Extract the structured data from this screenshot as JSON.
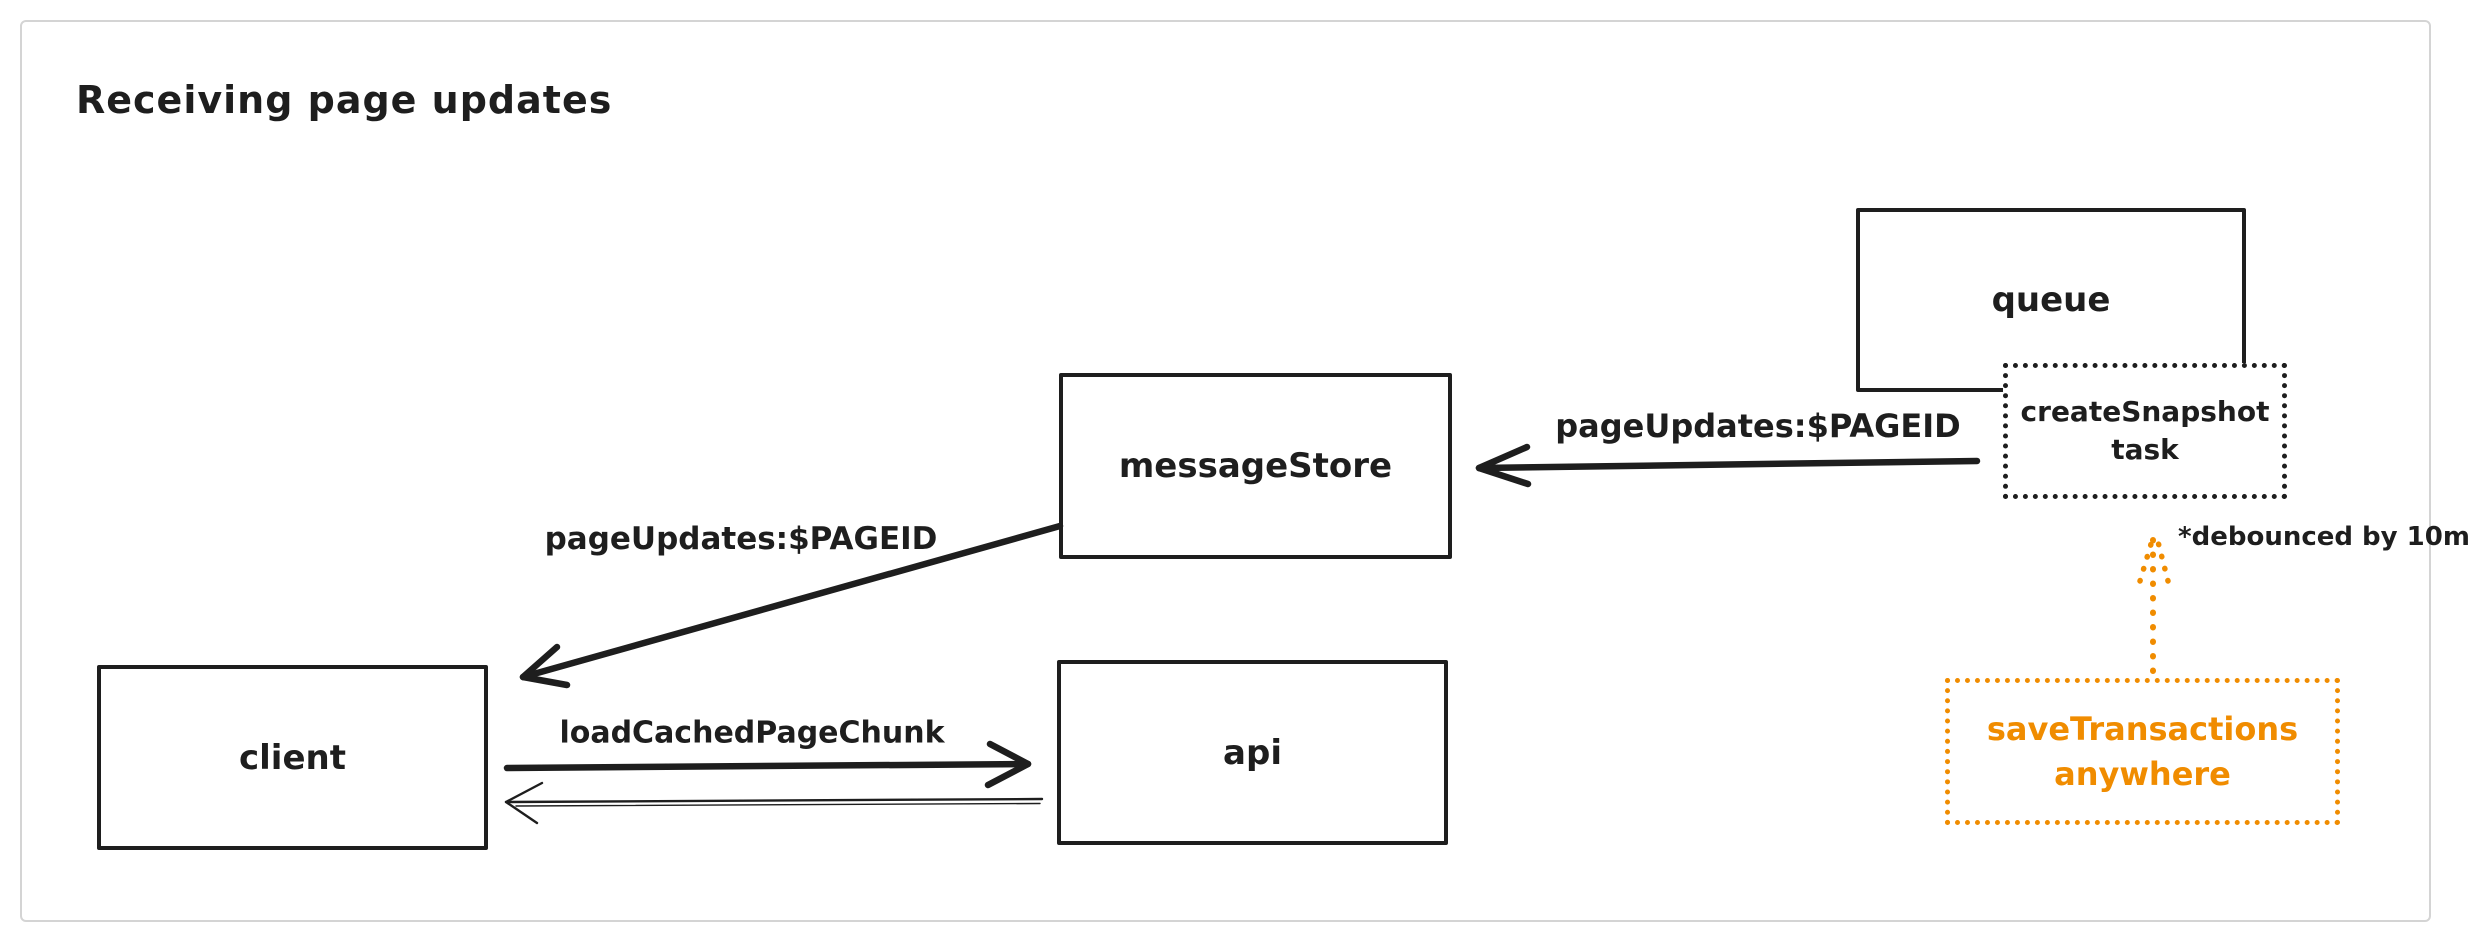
{
  "title": "Receiving page updates",
  "colors": {
    "ink": "#1e1e1e",
    "accent": "#f08c00",
    "frame_border": "#d4d4d4",
    "background": "#ffffff"
  },
  "nodes": {
    "queue": {
      "label": "queue",
      "border": "solid"
    },
    "create_snapshot_task": {
      "label": "createSnapshot task",
      "border": "dotted"
    },
    "message_store": {
      "label": "messageStore",
      "border": "solid"
    },
    "client": {
      "label": "client",
      "border": "solid"
    },
    "api": {
      "label": "api",
      "border": "solid"
    },
    "save_transactions": {
      "label": "saveTransactions anywhere",
      "border": "dotted",
      "color": "#f08c00"
    }
  },
  "edges": [
    {
      "id": "task-to-message-store",
      "from": "create_snapshot_task",
      "to": "message_store",
      "label": "pageUpdates:$PAGEID",
      "style": "solid-bold"
    },
    {
      "id": "message-store-to-client",
      "from": "message_store",
      "to": "client",
      "label": "pageUpdates:$PAGEID",
      "style": "solid-bold"
    },
    {
      "id": "client-to-api",
      "from": "client",
      "to": "api",
      "label": "loadCachedPageChunk",
      "style": "solid-bold"
    },
    {
      "id": "api-to-client",
      "from": "api",
      "to": "client",
      "label": "",
      "style": "solid-thin"
    },
    {
      "id": "save-transactions-to-task",
      "from": "save_transactions",
      "to": "create_snapshot_task",
      "label": "",
      "style": "dotted-accent"
    }
  ],
  "annotations": [
    {
      "text": "*debounced by 10m"
    }
  ]
}
